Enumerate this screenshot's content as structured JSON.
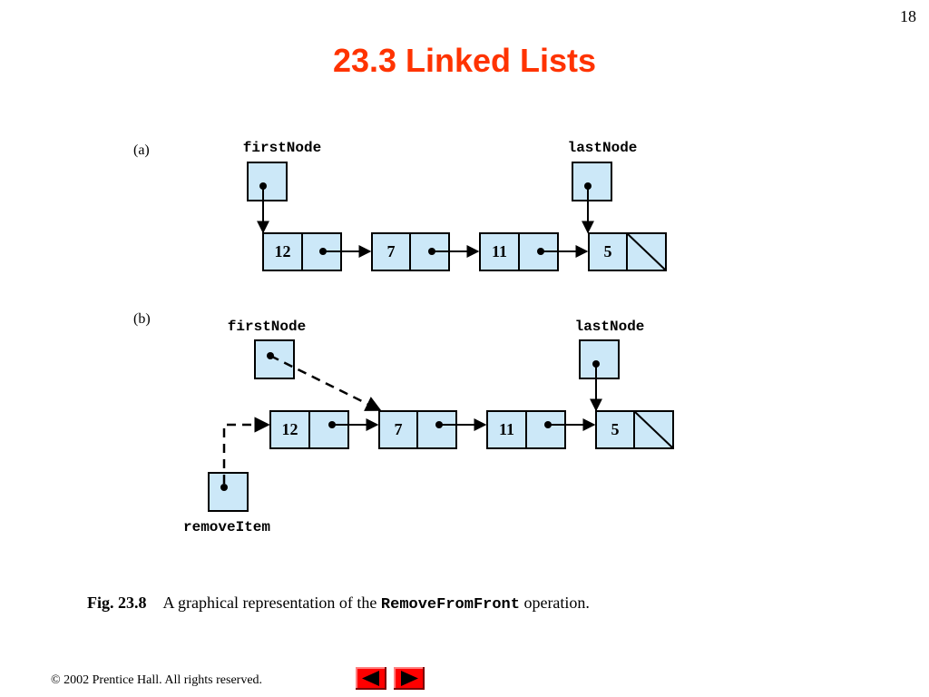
{
  "page_number": "18",
  "title": "23.3  Linked Lists",
  "panels": {
    "a": {
      "label": "(a)",
      "first_node_label": "firstNode",
      "last_node_label": "lastNode",
      "nodes": [
        "12",
        "7",
        "11",
        "5"
      ]
    },
    "b": {
      "label": "(b)",
      "first_node_label": "firstNode",
      "last_node_label": "lastNode",
      "remove_item_label": "removeItem",
      "nodes": [
        "12",
        "7",
        "11",
        "5"
      ]
    }
  },
  "caption": {
    "figure": "Fig. 23.8",
    "text_before": "A graphical representation of the ",
    "method": "RemoveFromFront",
    "text_after": " operation."
  },
  "footer": {
    "copyright": "© 2002 Prentice Hall.  All rights reserved."
  },
  "colors": {
    "title": "#ff3300",
    "node_fill": "#cce8f8",
    "nav_button": "#ff0000"
  },
  "icons": {
    "prev": "left-triangle-icon",
    "next": "right-triangle-icon"
  }
}
